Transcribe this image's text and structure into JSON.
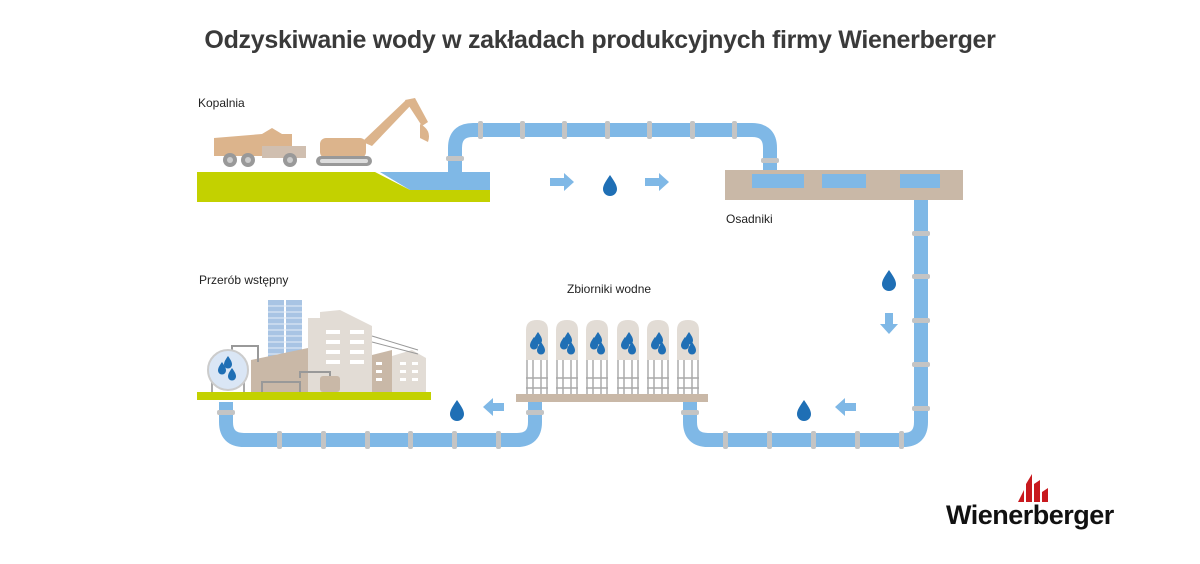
{
  "title": "Odzyskiwanie wody w zakładach produkcyjnych firmy Wienerberger",
  "stations": {
    "mine": "Kopalnia",
    "settling_tanks": "Osadniki",
    "pretreatment": "Przerób wstępny",
    "water_tanks": "Zbiorniki wodne"
  },
  "logo": {
    "text": "Wienerberger",
    "brand_color": "#c8191e"
  },
  "colors": {
    "pipe": "#7fb8e6",
    "joint": "#c4c4c4",
    "water_drop": "#1f6fb5",
    "ground": "#c3d100",
    "machinery": "#dcb48c",
    "building": "#d8cdc2",
    "tank_basin": "#c9b8a7"
  },
  "flow_direction": [
    "Kopalnia",
    "Osadniki",
    "Zbiorniki wodne",
    "Przerób wstępny"
  ]
}
